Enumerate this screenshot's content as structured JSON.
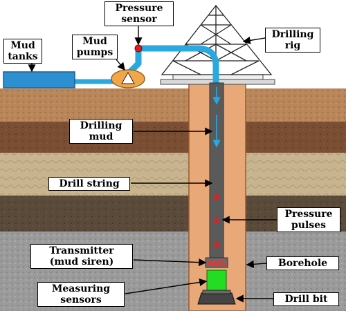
{
  "labels": {
    "pressure_sensor": [
      "Pressure",
      "sensor"
    ],
    "mud_tanks": [
      "Mud",
      "tanks"
    ],
    "mud_pumps": [
      "Mud",
      "pumps"
    ],
    "drilling_rig": [
      "Drilling",
      "rig"
    ],
    "drilling_mud": [
      "Drilling",
      "mud"
    ],
    "drill_string": "Drill string",
    "pressure_pulses": [
      "Pressure",
      "pulses"
    ],
    "transmitter": [
      "Transmitter",
      "(mud siren)"
    ],
    "borehole": "Borehole",
    "measuring_sensors": [
      "Measuring",
      "sensors"
    ],
    "drill_bit": "Drill bit"
  },
  "colors": {
    "pipe": "#2aa8e0",
    "mud_tank": "#2e8fd0",
    "sensor": "#e21b1b",
    "borehole_fill": "#e9a877",
    "drill_string": "#5a5a5a",
    "pulse": "#e02020",
    "sensor_module": "#22dd22",
    "layer_top": "#b9865a",
    "layer_dark": "#7a4e32",
    "layer_sand": "#c8b48e",
    "layer_rock": "#5a4a3a",
    "layer_grey": "#9a9a9a"
  }
}
